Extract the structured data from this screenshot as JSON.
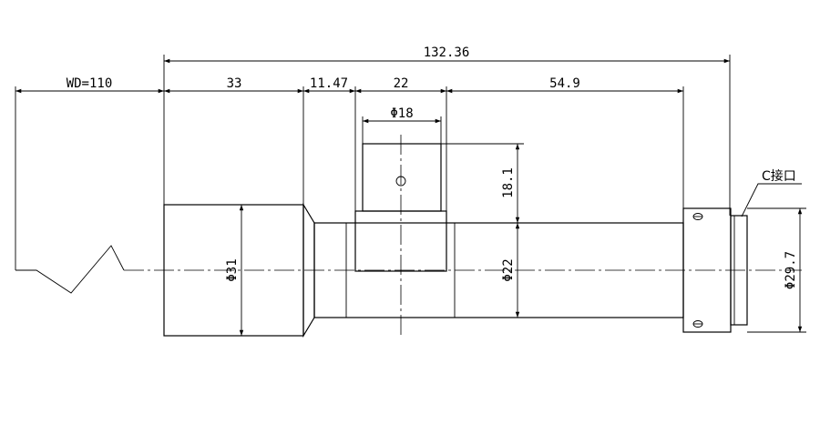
{
  "dimensions": {
    "overall_length": "132.36",
    "working_distance": "WD=110",
    "front_section": "33",
    "taper_section": "11.47",
    "mount_width": "22",
    "rear_section": "54.9",
    "mount_diameter": "Φ18",
    "mount_height": "18.1",
    "front_diameter": "Φ31",
    "barrel_diameter": "Φ22",
    "thread_diameter": "Φ29.7"
  },
  "labels": {
    "interface": "C接口"
  }
}
